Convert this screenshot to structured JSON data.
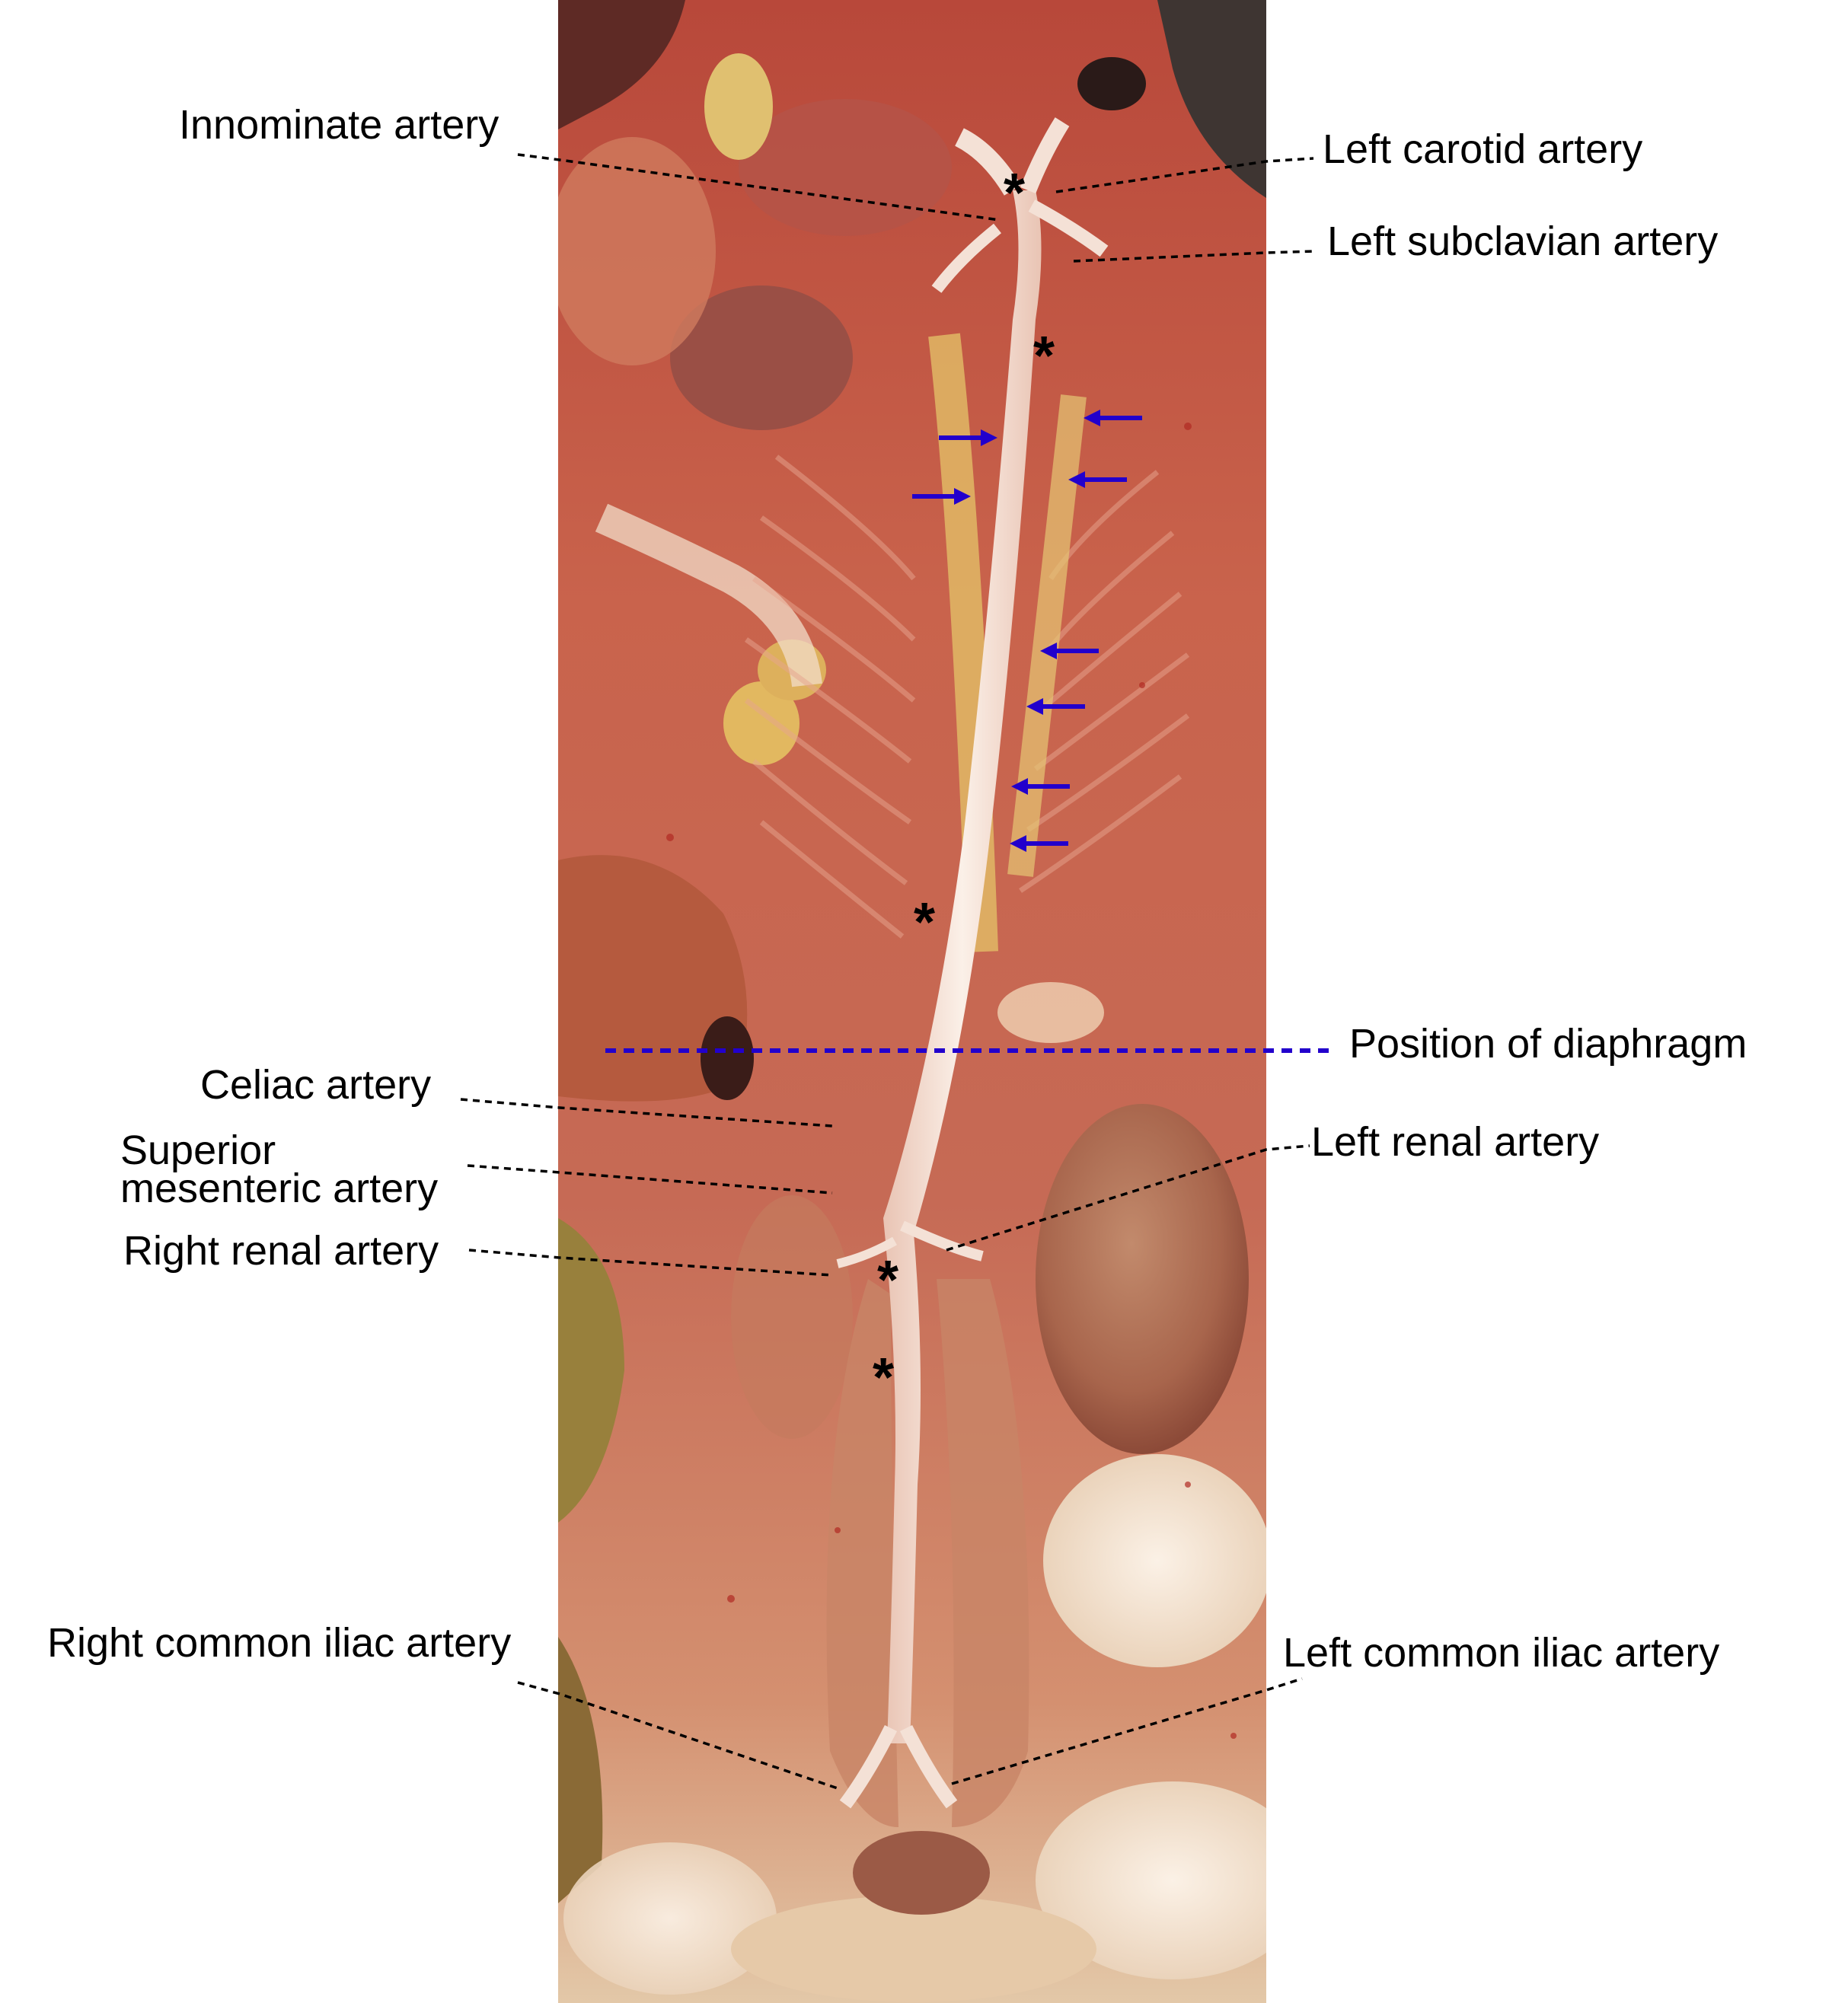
{
  "labels": {
    "innominate": "Innominate artery",
    "left_carotid": "Left carotid artery",
    "left_subclavian": "Left subclavian artery",
    "diaphragm": "Position of diaphragm",
    "celiac": "Celiac artery",
    "superior_mesenteric_line1": "Superior",
    "superior_mesenteric_line2": "mesenteric artery",
    "left_renal": "Left renal artery",
    "right_renal": "Right renal artery",
    "right_common_iliac": "Right common iliac artery",
    "left_common_iliac": "Left common iliac artery"
  },
  "markers": {
    "asterisk": "*"
  },
  "colors": {
    "arrow": "#2200cc",
    "diaphragm_line": "#2200cc",
    "leader_line": "#000000",
    "tissue_base": "#c8604a",
    "aorta": "#f1dcd0",
    "fat": "#e6c06a",
    "kidney": "#a9654d"
  }
}
